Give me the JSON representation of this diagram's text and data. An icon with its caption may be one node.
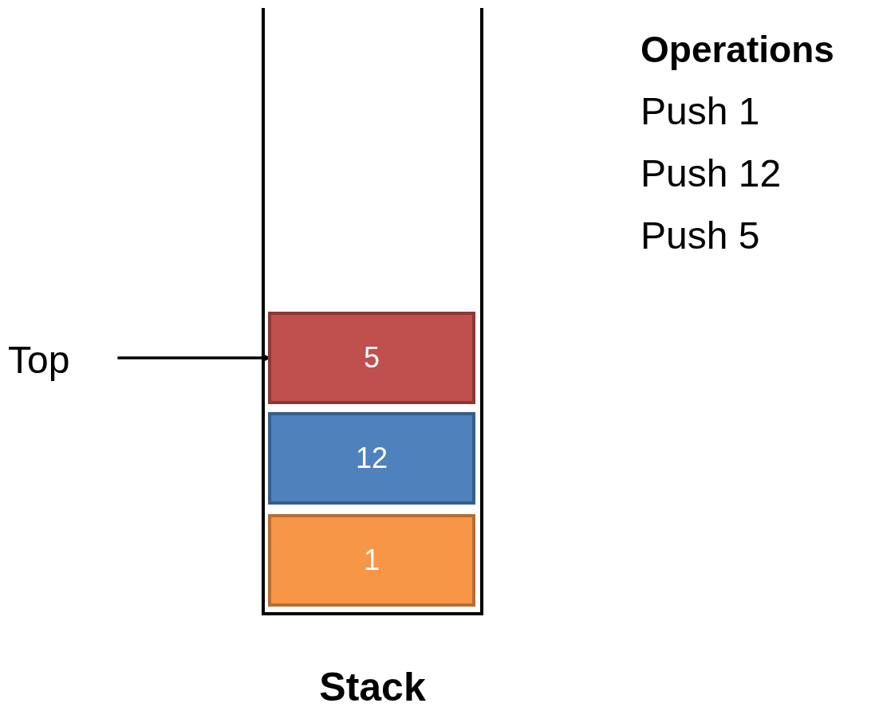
{
  "diagram": {
    "nodes": [
      {
        "text": [
          "Stack"
        ]
      },
      {
        "text": [
          "5"
        ],
        "in": 0
      },
      {
        "text": [
          "12"
        ],
        "in": 0
      },
      {
        "text": [
          "1"
        ],
        "in": 0
      },
      {
        "text": [
          "Top"
        ]
      }
    ],
    "edges": [
      {
        "from": 4,
        "to": 1,
        "arrow": "to"
      }
    ],
    "labels": [
      "Operations",
      "Push 1",
      "Push 12",
      "Push 5"
    ]
  }
}
